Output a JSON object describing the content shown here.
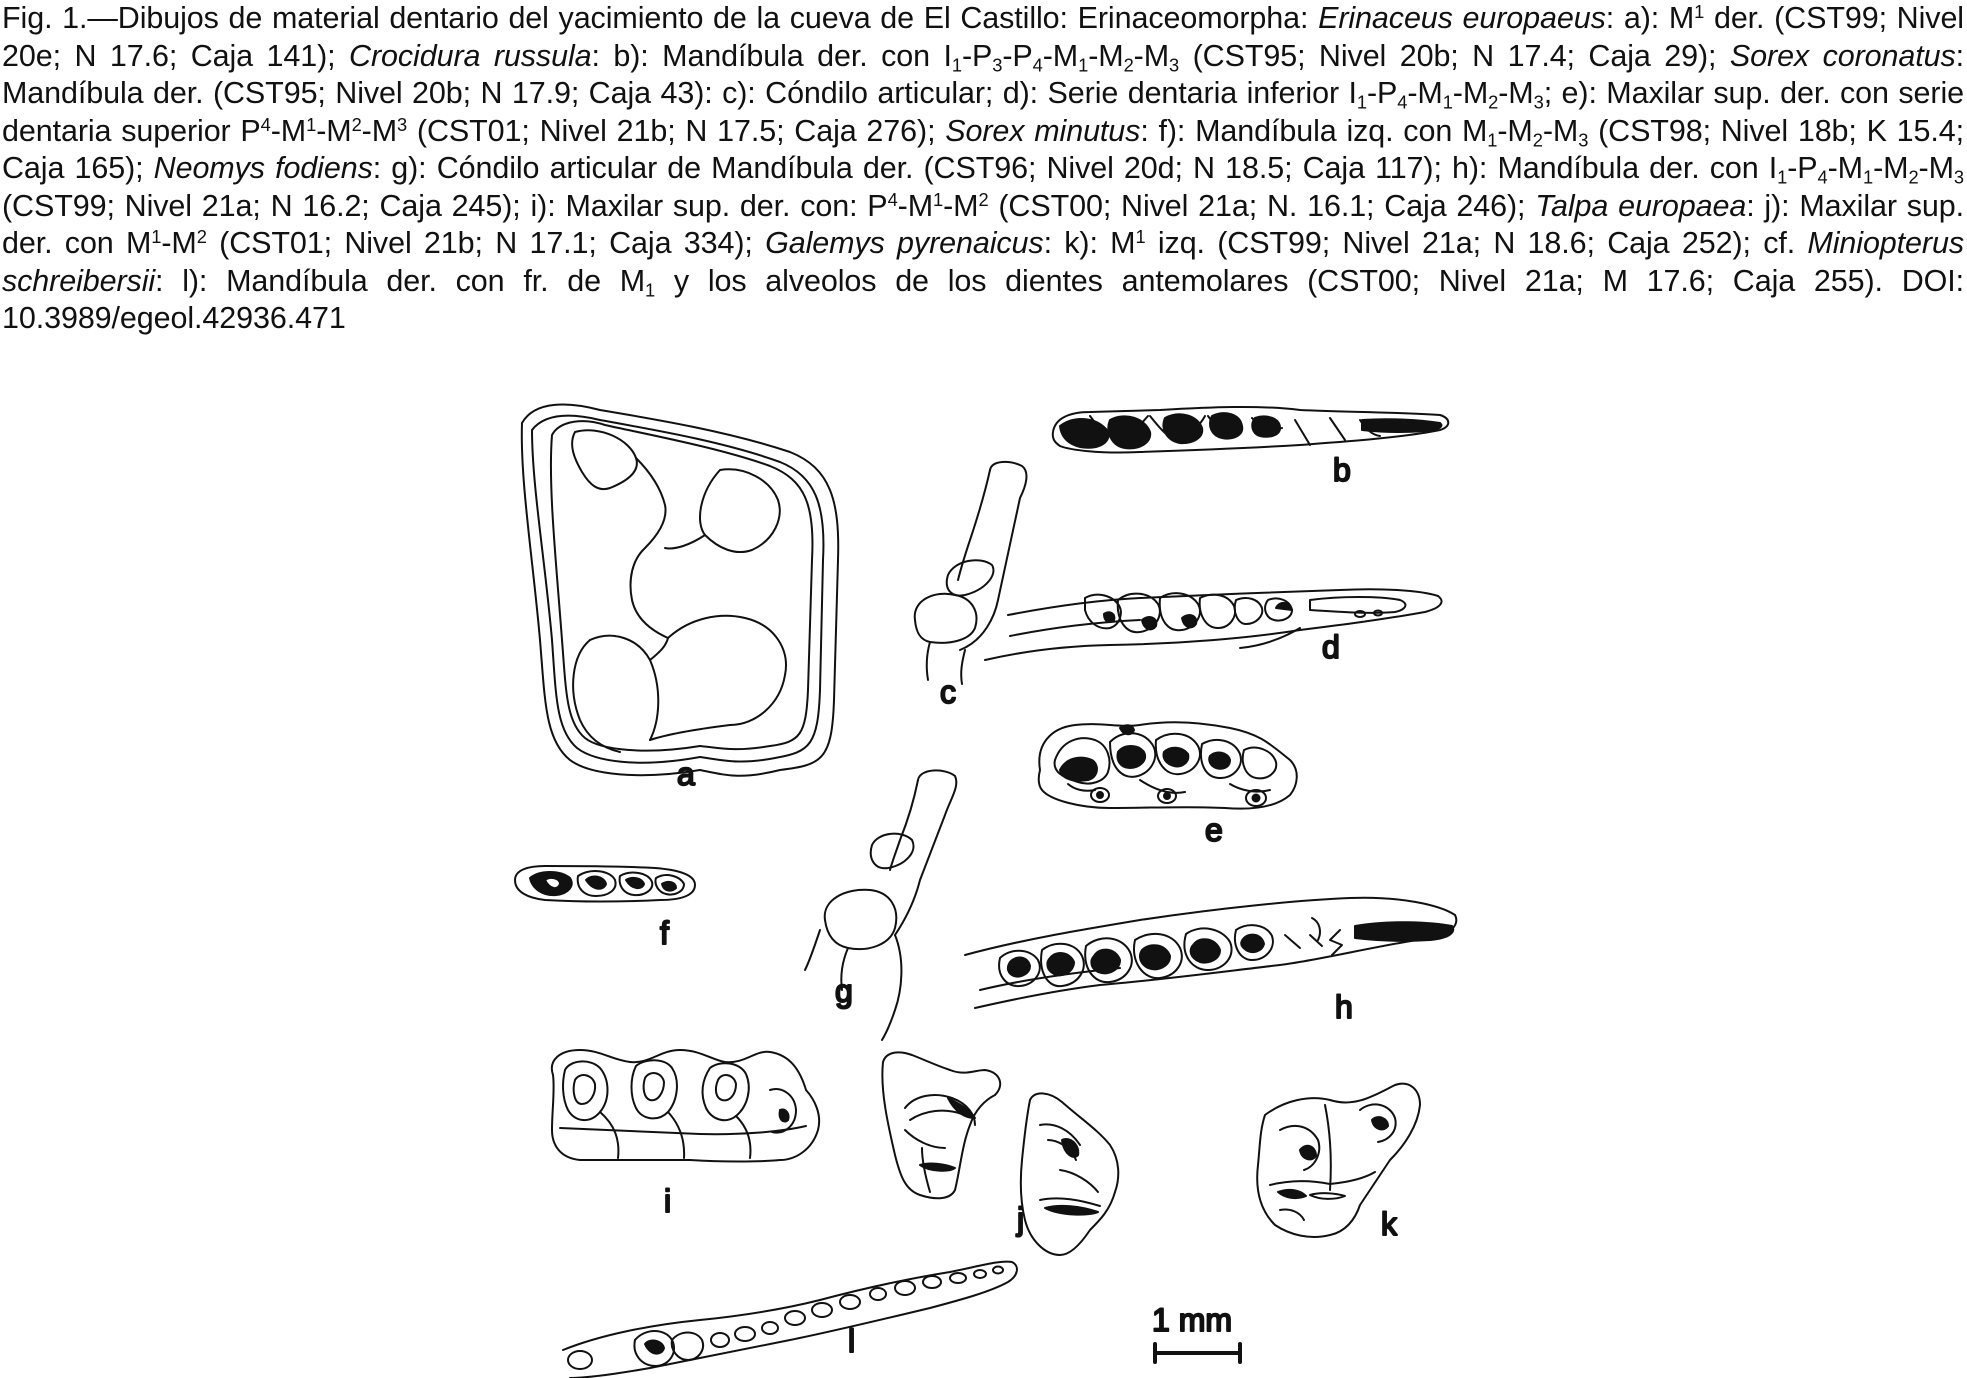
{
  "caption": {
    "fig_label": "Fig. 1.",
    "parts": [
      [
        "t",
        "—Dibujos de material dentario del yacimiento de la cueva de El Castillo: Erinaceomorpha: "
      ],
      [
        "i",
        "Erinaceus europaeus"
      ],
      [
        "t",
        ": a): M"
      ],
      [
        "sup",
        "1"
      ],
      [
        "t",
        " der. (CST99; Nivel 20e; N 17.6; Caja 141); "
      ],
      [
        "i",
        "Crocidura russula"
      ],
      [
        "t",
        ": b): Mandíbula der. con I"
      ],
      [
        "sub",
        "1"
      ],
      [
        "t",
        "-P"
      ],
      [
        "sub",
        "3"
      ],
      [
        "t",
        "-P"
      ],
      [
        "sub",
        "4"
      ],
      [
        "t",
        "-M"
      ],
      [
        "sub",
        "1"
      ],
      [
        "t",
        "-M"
      ],
      [
        "sub",
        "2"
      ],
      [
        "t",
        "-M"
      ],
      [
        "sub",
        "3"
      ],
      [
        "t",
        " (CST95; Nivel 20b; N 17.4; Caja 29); "
      ],
      [
        "i",
        "Sorex coronatus"
      ],
      [
        "t",
        ": Mandíbula der. (CST95; Nivel 20b; N 17.9; Caja 43): c): Cóndilo articular; d): Serie dentaria inferior I"
      ],
      [
        "sub",
        "1"
      ],
      [
        "t",
        "-P"
      ],
      [
        "sub",
        "4"
      ],
      [
        "t",
        "-M"
      ],
      [
        "sub",
        "1"
      ],
      [
        "t",
        "-M"
      ],
      [
        "sub",
        "2"
      ],
      [
        "t",
        "-M"
      ],
      [
        "sub",
        "3"
      ],
      [
        "t",
        "; e): Maxilar sup. der. con serie dentaria superior P"
      ],
      [
        "sup",
        "4"
      ],
      [
        "t",
        "-M"
      ],
      [
        "sup",
        "1"
      ],
      [
        "t",
        "-M"
      ],
      [
        "sup",
        "2"
      ],
      [
        "t",
        "-M"
      ],
      [
        "sup",
        "3"
      ],
      [
        "t",
        " (CST01; Nivel 21b; N 17.5; Caja 276); "
      ],
      [
        "i",
        "Sorex minutus"
      ],
      [
        "t",
        ": f): Mandíbula izq. con M"
      ],
      [
        "sub",
        "1"
      ],
      [
        "t",
        "-M"
      ],
      [
        "sub",
        "2"
      ],
      [
        "t",
        "-M"
      ],
      [
        "sub",
        "3"
      ],
      [
        "t",
        " (CST98; Nivel 18b; K 15.4; Caja 165); "
      ],
      [
        "i",
        "Neomys fodiens"
      ],
      [
        "t",
        ": g): Cóndilo articular de Mandíbula der. (CST96; Nivel 20d; N 18.5; Caja 117); h): Mandíbula der. con I"
      ],
      [
        "sub",
        "1"
      ],
      [
        "t",
        "-P"
      ],
      [
        "sub",
        "4"
      ],
      [
        "t",
        "-M"
      ],
      [
        "sub",
        "1"
      ],
      [
        "t",
        "-M"
      ],
      [
        "sub",
        "2"
      ],
      [
        "t",
        "-M"
      ],
      [
        "sub",
        "3"
      ],
      [
        "t",
        " (CST99; Nivel 21a; N 16.2; Caja 245); i): Maxilar sup. der. con: P"
      ],
      [
        "sup",
        "4"
      ],
      [
        "t",
        "-M"
      ],
      [
        "sup",
        "1"
      ],
      [
        "t",
        "-M"
      ],
      [
        "sup",
        "2"
      ],
      [
        "t",
        " (CST00; Nivel 21a; N. 16.1; Caja 246); "
      ],
      [
        "i",
        "Talpa europaea"
      ],
      [
        "t",
        ": j): Maxilar sup. der. con M"
      ],
      [
        "sup",
        "1"
      ],
      [
        "t",
        "-M"
      ],
      [
        "sup",
        "2"
      ],
      [
        "t",
        " (CST01; Nivel 21b; N 17.1; Caja 334); "
      ],
      [
        "i",
        "Galemys pyrenaicus"
      ],
      [
        "t",
        ": k): M"
      ],
      [
        "sup",
        "1"
      ],
      [
        "t",
        " izq. (CST99; Nivel 21a; N 18.6; Caja 252); cf. "
      ],
      [
        "i",
        "Miniopterus schreibersii"
      ],
      [
        "t",
        ": l): Mandíbula der. con fr. de M"
      ],
      [
        "sub",
        "1"
      ],
      [
        "t",
        " y los alveolos de los dientes antemolares (CST00; Nivel 21a; M 17.6; Caja 255).  DOI: 10.3989/egeol.42936.471"
      ]
    ]
  },
  "plate": {
    "labels": {
      "a": "a",
      "b": "b",
      "c": "c",
      "d": "d",
      "e": "e",
      "f": "f",
      "g": "g",
      "h": "h",
      "i": "i",
      "j": "j",
      "k": "k",
      "l": "l"
    },
    "scale_bar": {
      "label": "1 mm"
    }
  }
}
